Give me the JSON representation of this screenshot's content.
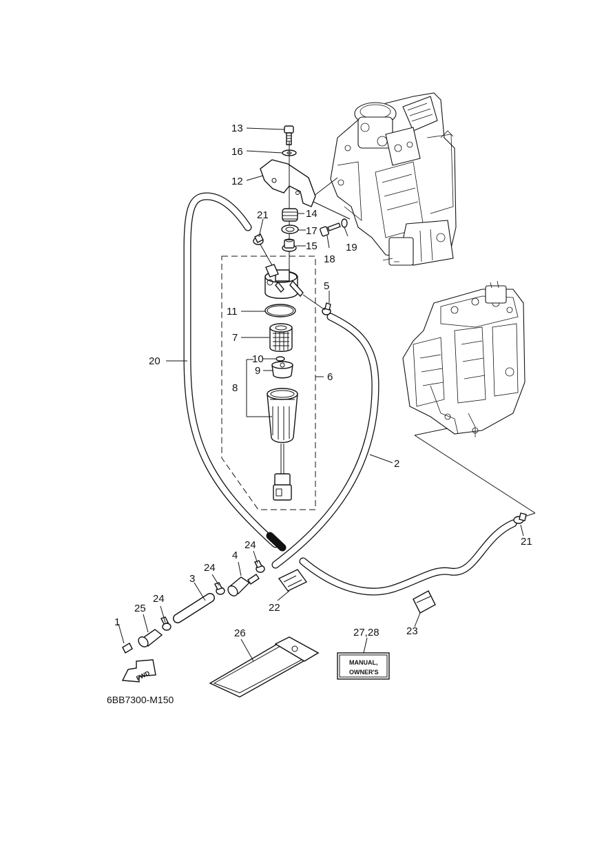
{
  "diagram_code": "6BB7300-M150",
  "fwd_label": "FWD",
  "manual_label_line1": "MANUAL,",
  "manual_label_line2": "OWNER'S",
  "callouts": {
    "c1": "1",
    "c2": "2",
    "c3": "3",
    "c4": "4",
    "c5": "5",
    "c6": "6",
    "c7": "7",
    "c8": "8",
    "c9": "9",
    "c10": "10",
    "c11": "11",
    "c12": "12",
    "c13": "13",
    "c14": "14",
    "c15": "15",
    "c16": "16",
    "c17": "17",
    "c18": "18",
    "c19": "19",
    "c20": "20",
    "c21a": "21",
    "c21b": "21",
    "c22": "22",
    "c23": "23",
    "c24a": "24",
    "c24b": "24",
    "c24c": "24",
    "c25": "25",
    "c26": "26",
    "c2728": "27,28"
  }
}
